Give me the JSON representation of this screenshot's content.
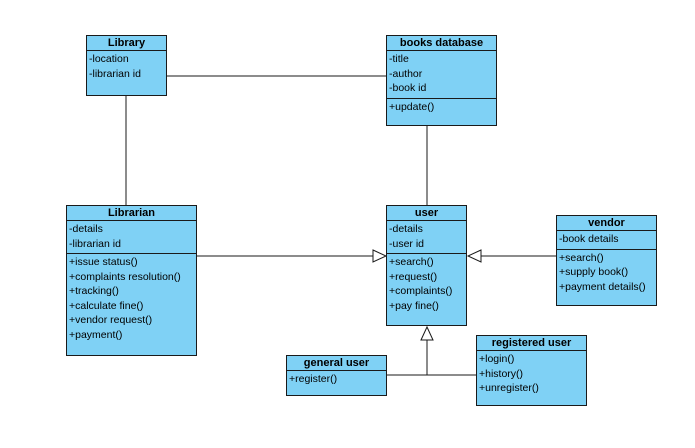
{
  "classes": {
    "library": {
      "name": "Library",
      "attributes": [
        "-location",
        "-librarian id"
      ],
      "operations": []
    },
    "books_database": {
      "name": "books database",
      "attributes": [
        "-title",
        "-author",
        "-book id"
      ],
      "operations": [
        "+update()"
      ]
    },
    "librarian": {
      "name": "Librarian",
      "attributes": [
        "-details",
        "-librarian id"
      ],
      "operations": [
        "+issue status()",
        "+complaints resolution()",
        "+tracking()",
        "+calculate fine()",
        "+vendor request()",
        "+payment()"
      ]
    },
    "user": {
      "name": "user",
      "attributes": [
        "-details",
        "-user id"
      ],
      "operations": [
        "+search()",
        "+request()",
        "+complaints()",
        "+pay fine()"
      ]
    },
    "vendor": {
      "name": "vendor",
      "attributes": [
        "-book details"
      ],
      "operations": [
        "+search()",
        "+supply book()",
        "+payment details()"
      ]
    },
    "general_user": {
      "name": "general user",
      "attributes": [],
      "operations": [
        "+register()"
      ]
    },
    "registered_user": {
      "name": "registered user",
      "attributes": [],
      "operations": [
        "+login()",
        "+history()",
        "+unregister()"
      ]
    }
  },
  "colors": {
    "class_fill": "#7fd1f5",
    "line": "#1a1a1a"
  }
}
